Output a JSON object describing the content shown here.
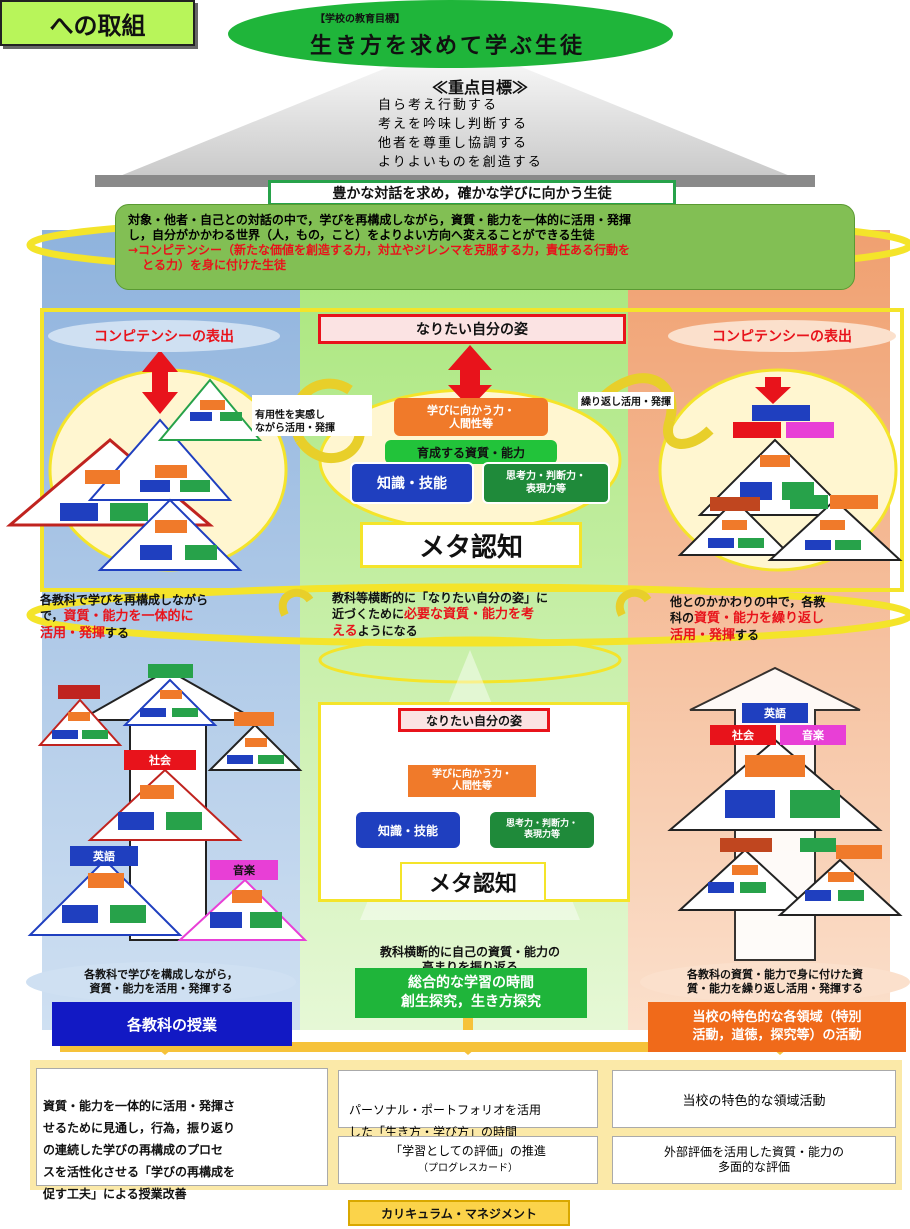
{
  "corner_label": "への取組",
  "goal": {
    "small": "【学校の教育目標】",
    "main": "生き方を求めて学ぶ生徒"
  },
  "focus": {
    "title": "≪重点目標≫",
    "items": [
      "自ら考え行動する",
      "考えを吟味し判断する",
      "他者を尊重し協調する",
      "よりよいものを創造する"
    ]
  },
  "banner": "豊かな対話を求め，確かな学びに向かう生徒",
  "description": {
    "line1": "対象・他者・自己との対話の中で，学びを再構成しながら，資質・能力を一体的に活用・発揮",
    "line2": "し，自分がかかわる世界（人，もの，こと）をよりよい方向へ変えることができる生徒",
    "line3": "→コンピテンシー（新たな価値を創造する力，対立やジレンマを克服する力，責任ある行動を",
    "line4": "とる力）を身に付けた生徒"
  },
  "upper": {
    "left_title": "コンピテンシーの表出",
    "right_title": "コンピテンシーの表出",
    "center_title": "なりたい自分の姿",
    "left_cycle": "有用性を実感し\nながら活用・発揮",
    "right_cycle": "繰り返し活用・発揮",
    "attitude": "学びに向かう力・\n人間性等",
    "nurture": "育成する資質・能力",
    "knowledge": "知識・技能",
    "thinking": "思考力・判断力・\n表現力等",
    "meta": "メタ認知"
  },
  "middle": {
    "left_1": "各教科で学びを再構成しながら",
    "left_2": "で，",
    "left_2r": "資質・能力を一体的に",
    "left_3r": "活用・発揮",
    "left_3": "する",
    "center_1": "教科等横断的に「なりたい自分の姿」に",
    "center_2": "近づくために",
    "center_2r": "必要な資質・能力を考",
    "center_3r": "える",
    "center_3": "ようになる",
    "right_1": "他とのかかわりの中で，各教",
    "right_2": "科の",
    "right_2r": "資質・能力を繰り返し",
    "right_3r": "活用・発揮",
    "right_3": "する"
  },
  "subjects": {
    "social": "社会",
    "english": "英語",
    "music": "音楽"
  },
  "lower_center": {
    "title": "なりたい自分の姿",
    "attitude": "学びに向かう力・\n人間性等",
    "knowledge": "知識・技能",
    "thinking": "思考力・判断力・\n表現力等",
    "meta": "メタ認知",
    "reflect": "教科横断的に自己の資質・能力の\n高まりを振り返る"
  },
  "bottom_captions": {
    "left": "各教科で学びを構成しながら，\n資質・能力を活用・発揮する",
    "right": "各教科の資質・能力で身に付けた資\n質・能力を繰り返し活用・発揮する"
  },
  "pillars": {
    "left": "各教科の授業",
    "center": "総合的な学習の時間\n創生探究，生き方探究",
    "right": "当校の特色的な各領域（特別\n活動，道徳，探究等）の活動"
  },
  "base": {
    "left": "資質・能力を一体的に活用・発揮さ\nせるために見通し，行為，振り返り\nの連続した学びの再構成のプロセ\nスを活性化させる「学びの再構成を\n促す工夫」による授業改善",
    "c1": "パーソナル・ポートフォリオを活用\nした「生き方・学び方」の時間",
    "c2": "「学習としての評価」の推進",
    "c2_sub": "（プログレスカード）",
    "r1": "当校の特色的な領域活動",
    "r2": "外部評価を活用した資質・能力の\n多面的な評価",
    "footer": "カリキュラム・マネジメント"
  },
  "colors": {
    "green": "#27a24a",
    "blue": "#1f3fbf",
    "orange": "#f07a2a",
    "red": "#e8131b"
  }
}
